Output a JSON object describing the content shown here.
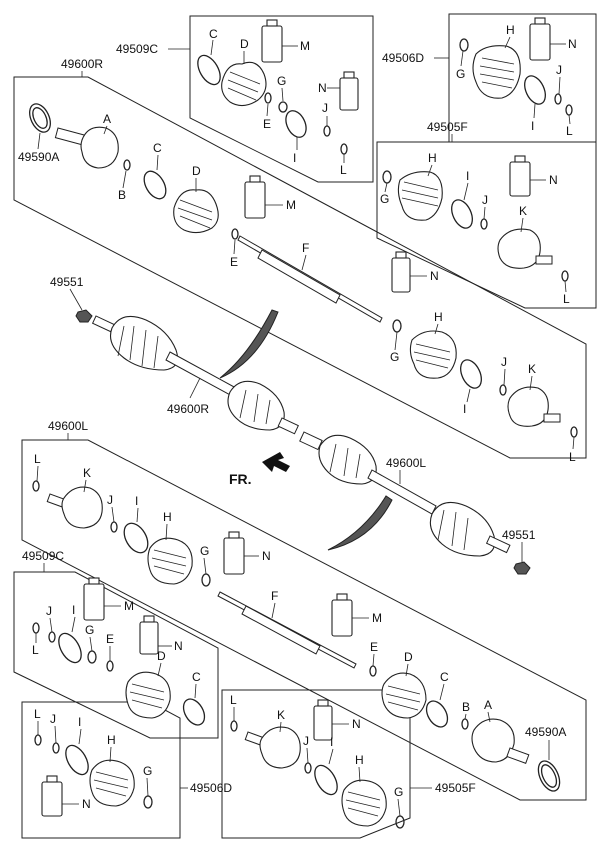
{
  "diagram": {
    "groups": {
      "g49509c_top": "49509C",
      "g49506d_top": "49506D",
      "g49505f_top": "49505F",
      "g49600r": "49600R",
      "g49600l": "49600L",
      "g49509c_bot": "49509C",
      "g49506d_bot": "49506D",
      "g49505f_bot": "49505F"
    },
    "labels": {
      "nut_top": "49551",
      "shaft_r": "49600R",
      "shaft_l": "49600L",
      "nut_bot": "49551",
      "ring_r": "49590A",
      "ring_l": "49590A",
      "fr": "FR."
    },
    "letters": {
      "A": "A",
      "B": "B",
      "C": "C",
      "D": "D",
      "E": "E",
      "F": "F",
      "G": "G",
      "H": "H",
      "I": "I",
      "J": "J",
      "K": "K",
      "L": "L",
      "M": "M",
      "N": "N"
    }
  }
}
